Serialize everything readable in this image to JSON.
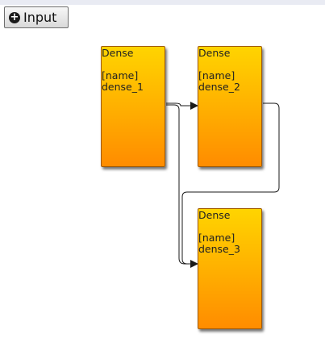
{
  "toolbar": {
    "input_label": "Input",
    "input_icon": "plus-circle-icon"
  },
  "nodes": [
    {
      "type": "Dense",
      "name_label": "[name]",
      "name": "dense_1"
    },
    {
      "type": "Dense",
      "name_label": "[name]",
      "name": "dense_2"
    },
    {
      "type": "Dense",
      "name_label": "[name]",
      "name": "dense_3"
    }
  ],
  "edges": [
    {
      "from": "dense_1",
      "to": "dense_2"
    },
    {
      "from": "dense_2",
      "to": "dense_3"
    },
    {
      "from": "dense_1",
      "to": "dense_3"
    }
  ],
  "colors": {
    "node_top": "#ffd400",
    "node_bottom": "#ff8c00",
    "edge": "#1a1a1a"
  }
}
